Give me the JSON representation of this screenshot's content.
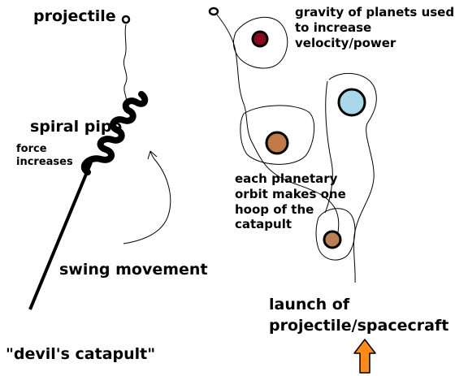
{
  "labels": {
    "projectile": "projectile",
    "spiral_pipe": "spiral pipe",
    "force_increases": "force\nincreases",
    "swing_movement": "swing movement",
    "devils_catapult": "\"devil's catapult\"",
    "gravity_note": "gravity of planets used\nto increase\nvelocity/power",
    "orbit_note": "each planetary\norbit makes one\nhoop of the\ncatapult",
    "launch": "launch of\nprojectile/spacecraft"
  },
  "colors": {
    "ink": "#000000",
    "planet_dark_red": "#8b0a1a",
    "planet_brown": "#c07a4a",
    "planet_light_blue": "#a8d8ea",
    "planet_small_brown": "#b97f55",
    "arrow_orange": "#ff8c1a"
  },
  "icons": {
    "launch_arrow": "up-arrow-icon"
  }
}
